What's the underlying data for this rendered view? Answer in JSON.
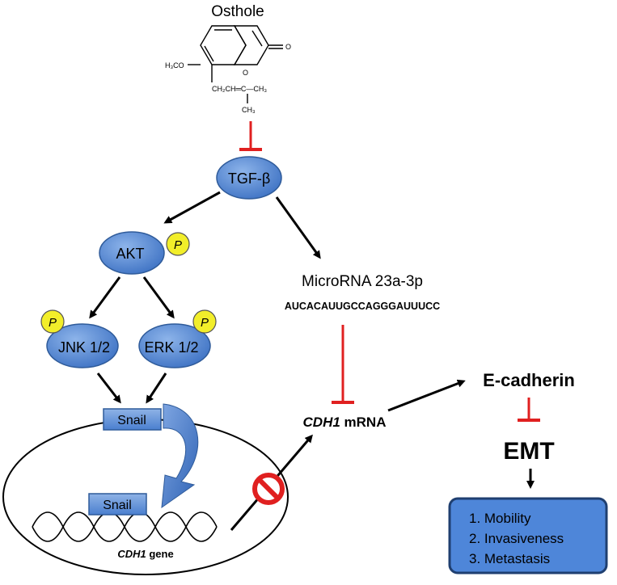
{
  "title": "Osthole",
  "chem": {
    "methoxy": "H₃CO",
    "carbonyl_o": "O",
    "ring_o": "O",
    "chain": "CH₂CH═C—CH₃",
    "methyl": "CH₃"
  },
  "nodes": {
    "tgf": "TGF-β",
    "akt": "AKT",
    "jnk": "JNK 1/2",
    "erk": "ERK 1/2",
    "phospho": "P",
    "snail_top": "Snail",
    "snail_bottom": "Snail"
  },
  "mirna": {
    "name": "MicroRNA 23a-3p",
    "sequence": "AUCACAUUGCCAGGGAUUUCC"
  },
  "cdh1_mrna": {
    "gene": "CDH1",
    "suffix": " mRNA"
  },
  "cdh1_gene": {
    "gene": "CDH1",
    "suffix": " gene"
  },
  "ecadherin": "E-cadherin",
  "emt": "EMT",
  "outcomes": [
    "1.   Mobility",
    "2.   Invasiveness",
    "3.   Metastasis"
  ],
  "colors": {
    "oval_fill": "#5b8fd6",
    "oval_stroke": "#2f5b9a",
    "phospho_fill": "#f2ee2a",
    "inhibit": "#e02020",
    "box_fill": "#4e86d9",
    "box_stroke": "#1f3f70"
  }
}
